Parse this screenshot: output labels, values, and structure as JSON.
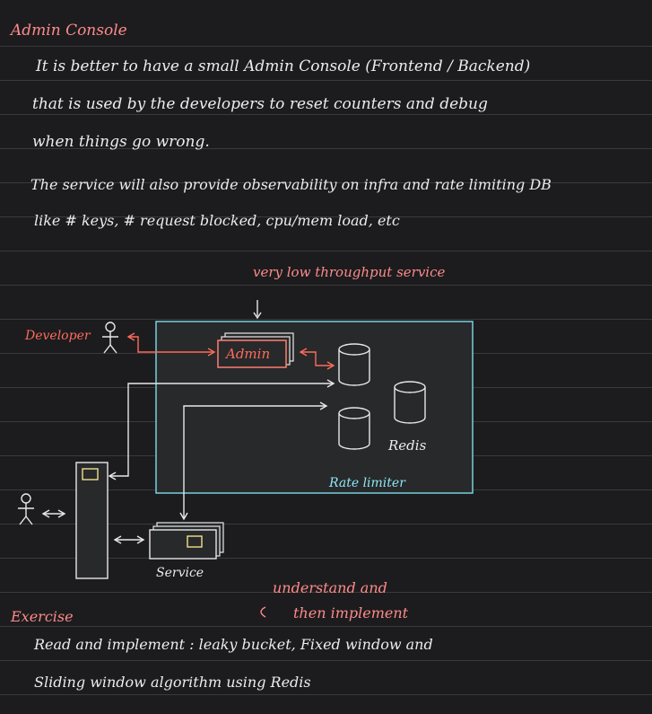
{
  "heading": "Admin Console",
  "paragraph1": [
    "It is better to have a small Admin Console (Frontend / Backend)",
    "that is used by the developers to reset counters and debug",
    "when things go wrong."
  ],
  "paragraph2": [
    "The service will also provide observability on infra and rate limiting DB",
    "like # keys, # request blocked, cpu/mem load, etc"
  ],
  "diagram": {
    "annotation": "very low throughput service",
    "developer_label": "Developer",
    "admin_label": "Admin",
    "redis_label": "Redis",
    "rate_limiter_label": "Rate limiter",
    "service_label": "Service",
    "colors": {
      "rate_limiter": "#7fdde9",
      "developer": "#ff6b5a",
      "admin_box": "#ff7f6e"
    }
  },
  "exercise": {
    "label": "Exercise",
    "note_line1": "understand and",
    "note_line2": "then implement",
    "task_line1": "Read and implement : leaky bucket, Fixed window and",
    "task_line2": "Sliding window algorithm using Redis"
  }
}
